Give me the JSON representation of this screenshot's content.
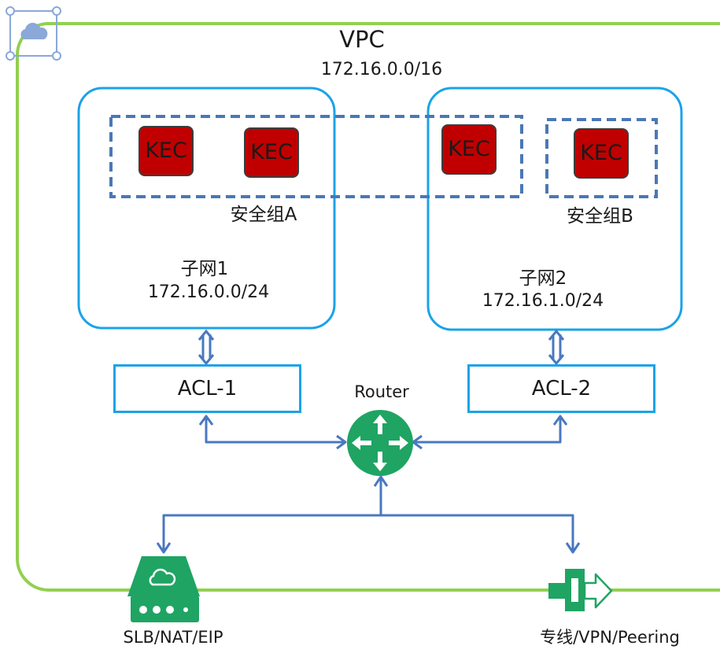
{
  "vpc": {
    "title": "VPC",
    "cidr": "172.16.0.0/16",
    "icon": "cloud-icon"
  },
  "subnets": [
    {
      "name": "子网1",
      "cidr": "172.16.0.0/24"
    },
    {
      "name": "子网2",
      "cidr": "172.16.1.0/24"
    }
  ],
  "security_groups": [
    {
      "label": "安全组A"
    },
    {
      "label": "安全组B"
    }
  ],
  "instances": [
    "KEC",
    "KEC",
    "KEC",
    "KEC"
  ],
  "acls": [
    "ACL-1",
    "ACL-2"
  ],
  "router": {
    "label": "Router",
    "icon": "router-icon"
  },
  "gateways": [
    {
      "label": "SLB/NAT/EIP",
      "icon": "load-balancer-icon"
    },
    {
      "label": "专线/VPN/Peering",
      "icon": "gateway-arrow-icon"
    }
  ],
  "colors": {
    "vpc_border": "#92d050",
    "subnet_border": "#1aa3e8",
    "security_group_border": "#4a78b5",
    "kec_fill": "#c00000",
    "connector": "#4a78c0",
    "router_fill": "#1fa463"
  }
}
